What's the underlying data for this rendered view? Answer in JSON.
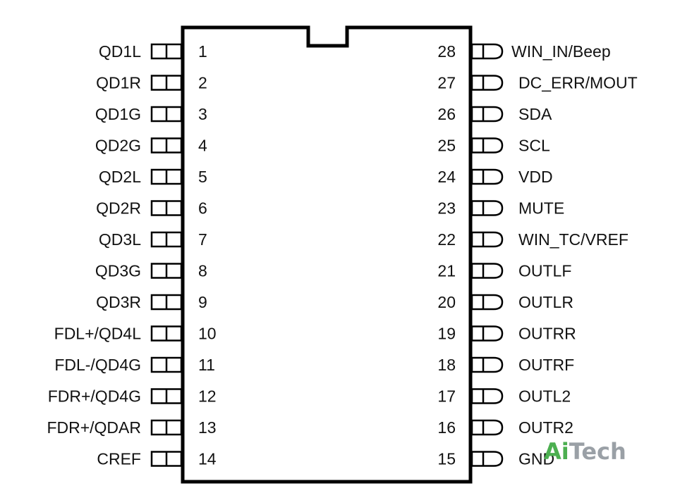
{
  "left_pins": [
    {
      "number": "1",
      "name": "QD1L"
    },
    {
      "number": "2",
      "name": "QD1R"
    },
    {
      "number": "3",
      "name": "QD1G"
    },
    {
      "number": "4",
      "name": "QD2G"
    },
    {
      "number": "5",
      "name": "QD2L"
    },
    {
      "number": "6",
      "name": "QD2R"
    },
    {
      "number": "7",
      "name": "QD3L"
    },
    {
      "number": "8",
      "name": "QD3G"
    },
    {
      "number": "9",
      "name": "QD3R"
    },
    {
      "number": "10",
      "name": "FDL+/QD4L"
    },
    {
      "number": "11",
      "name": "FDL-/QD4G"
    },
    {
      "number": "12",
      "name": "FDR+/QD4G"
    },
    {
      "number": "13",
      "name": "FDR+/QDAR"
    },
    {
      "number": "14",
      "name": "CREF"
    }
  ],
  "right_pins": [
    {
      "number": "28",
      "name": "WIN_IN/Beep"
    },
    {
      "number": "27",
      "name": "DC_ERR/MOUT"
    },
    {
      "number": "26",
      "name": "SDA"
    },
    {
      "number": "25",
      "name": "SCL"
    },
    {
      "number": "24",
      "name": "VDD"
    },
    {
      "number": "23",
      "name": "MUTE"
    },
    {
      "number": "22",
      "name": "WIN_TC/VREF"
    },
    {
      "number": "21",
      "name": "OUTLF"
    },
    {
      "number": "20",
      "name": "OUTLR"
    },
    {
      "number": "19",
      "name": "OUTRR"
    },
    {
      "number": "18",
      "name": "OUTRF"
    },
    {
      "number": "17",
      "name": "OUTL2"
    },
    {
      "number": "16",
      "name": "OUTR2"
    },
    {
      "number": "15",
      "name": "GND"
    }
  ],
  "watermark": {
    "brand_first": "Ai",
    "brand_rest": "Tech",
    "color_first": "#4caf50",
    "color_rest": "#9aa0a6"
  },
  "colors": {
    "outline": "#000000",
    "text": "#111111"
  }
}
